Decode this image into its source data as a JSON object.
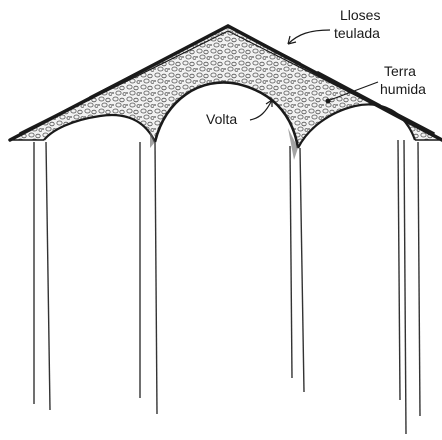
{
  "labels": {
    "roof_tiles_line1": "Lloses",
    "roof_tiles_line2": "teulada",
    "wet_earth_line1": "Terra",
    "wet_earth_line2": "humida",
    "vault": "Volta"
  },
  "colors": {
    "ink": "#1a1a1a",
    "fill": "#f2f2f2",
    "pebble": "#555555",
    "background": "#ffffff"
  }
}
